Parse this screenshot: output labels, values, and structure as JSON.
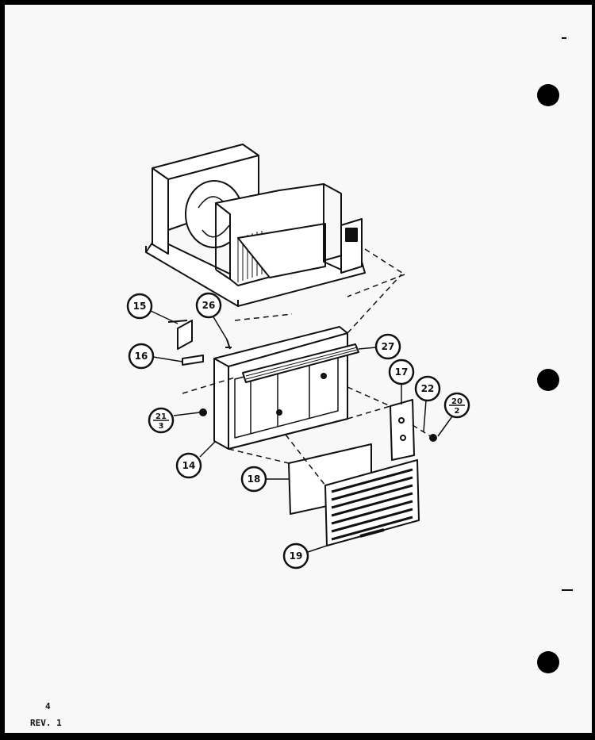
{
  "colors": {
    "paper": "#f8f8f8",
    "ink": "#111111",
    "frame": "#000000"
  },
  "callouts": [
    {
      "id": "15",
      "label": "15"
    },
    {
      "id": "26",
      "label": "26"
    },
    {
      "id": "16",
      "label": "16"
    },
    {
      "id": "27",
      "label": "27"
    },
    {
      "id": "17",
      "label": "17"
    },
    {
      "id": "22",
      "label": "22"
    },
    {
      "id": "20",
      "top": "20",
      "bottom": "2"
    },
    {
      "id": "21",
      "top": "21",
      "bottom": "3"
    },
    {
      "id": "14",
      "label": "14"
    },
    {
      "id": "18",
      "label": "18"
    },
    {
      "id": "19",
      "label": "19"
    }
  ],
  "footer": {
    "page_number": "4",
    "revision": "REV. 1"
  }
}
